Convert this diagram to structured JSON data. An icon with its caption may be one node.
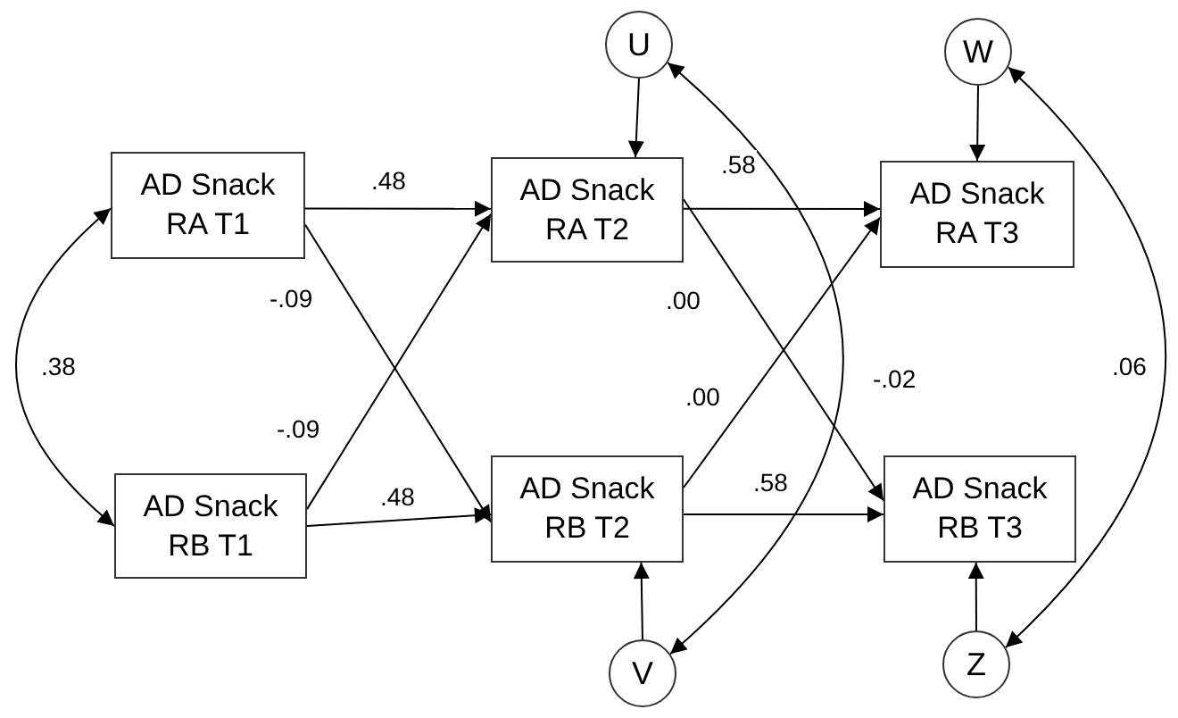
{
  "diagram": {
    "nodes": [
      {
        "text": [
          "U"
        ]
      },
      {
        "text": [
          "W"
        ]
      },
      {
        "text": [
          "AD Snack RA T1"
        ]
      },
      {
        "text": [
          "AD Snack RA T2"
        ]
      },
      {
        "text": [
          "AD Snack RA T3"
        ]
      },
      {
        "text": [
          "AD Snack RB T1"
        ]
      },
      {
        "text": [
          "AD Snack RB T2"
        ]
      },
      {
        "text": [
          "AD Snack RB T3"
        ]
      },
      {
        "text": [
          "V"
        ]
      },
      {
        "text": [
          "Z"
        ]
      }
    ],
    "edges": [
      {
        "from": 2,
        "to": 5,
        "arrow": "both",
        "label": ".38"
      },
      {
        "from": 2,
        "to": 3,
        "arrow": "to",
        "label": ".48"
      },
      {
        "from": 2,
        "to": 6,
        "arrow": "to",
        "label": "-.09"
      },
      {
        "from": 5,
        "to": 3,
        "arrow": "to",
        "label": "-.09"
      },
      {
        "from": 5,
        "to": 6,
        "arrow": "to",
        "label": ".48"
      },
      {
        "from": 0,
        "to": 3,
        "arrow": "to"
      },
      {
        "from": 3,
        "to": 4,
        "arrow": "to",
        "label": ".58"
      },
      {
        "from": 3,
        "to": 7,
        "arrow": "to",
        "label": ".00"
      },
      {
        "from": 6,
        "to": 4,
        "arrow": "to",
        "label": ".00"
      },
      {
        "from": 6,
        "to": 7,
        "arrow": "to",
        "label": ".58"
      },
      {
        "from": 0,
        "to": 8,
        "arrow": "both",
        "label": "-.02"
      },
      {
        "from": 1,
        "to": 4,
        "arrow": "to"
      },
      {
        "from": 8,
        "to": 6,
        "arrow": "to"
      },
      {
        "from": 1,
        "to": 9,
        "arrow": "both",
        "label": ".06"
      },
      {
        "from": 9,
        "to": 7,
        "arrow": "to"
      }
    ]
  }
}
